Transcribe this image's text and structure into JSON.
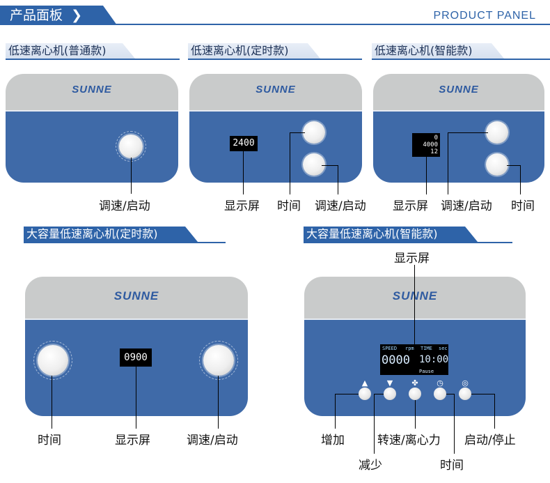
{
  "header": {
    "title": "产品面板",
    "chevron": "chevron-right-icon",
    "right": "PRODUCT PANEL"
  },
  "brand": "SUNNE",
  "sections": {
    "s1": {
      "title": "低速离心机(普通款)",
      "labels": [
        "调速/启动"
      ]
    },
    "s2": {
      "title": "低速离心机(定时款)",
      "lcd": "2400",
      "labels": [
        "显示屏",
        "时间",
        "调速/启动"
      ]
    },
    "s3": {
      "title": "低速离心机(智能款)",
      "lcd_top": "0",
      "lcd_mid": "4000",
      "lcd_bot": "12",
      "labels": [
        "显示屏",
        "调速/启动",
        "时间"
      ]
    },
    "s4": {
      "title": "大容量低速离心机(定时款)",
      "lcd": "0900",
      "labels": [
        "时间",
        "显示屏",
        "调速/启动"
      ]
    },
    "s5": {
      "title": "大容量低速离心机(智能款)",
      "lcd_speed_label": "SPEED",
      "lcd_rpm": "rpm",
      "lcd_time_label": "TIME",
      "lcd_sec": "sec",
      "lcd_speed": "0000",
      "lcd_time": "10:00",
      "lcd_pause": "Pause",
      "labels": {
        "display": "显示屏",
        "increase": "增加",
        "decrease": "减少",
        "mode": "转速/离心力",
        "time": "时间",
        "startstop": "启动/停止"
      }
    }
  },
  "colors": {
    "accent": "#2e63a8",
    "panel": "#3f6aa8",
    "lid": "#c9cbcb"
  }
}
